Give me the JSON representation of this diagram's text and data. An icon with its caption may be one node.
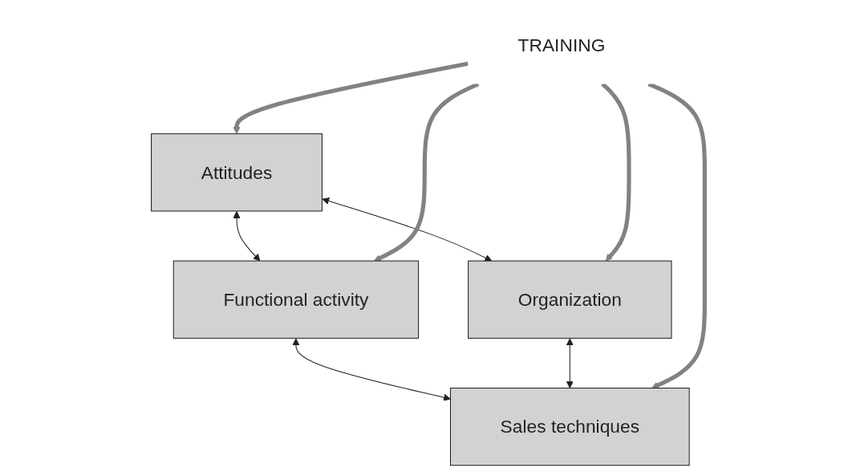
{
  "diagram": {
    "nodes": [
      {
        "text": [
          "Functional activity"
        ]
      },
      {
        "text": [
          "Attitudes"
        ]
      },
      {
        "text": [
          "TRAINING"
        ]
      },
      {
        "text": [
          "Sales techniques"
        ]
      },
      {
        "text": [
          "Organization"
        ]
      }
    ],
    "edges": [
      {
        "from": 1,
        "to": 0,
        "arrow": "both"
      },
      {
        "from": 0,
        "to": 3,
        "arrow": "both"
      },
      {
        "from": 1,
        "to": 4,
        "arrow": "both"
      },
      {
        "from": 4,
        "to": 3,
        "arrow": "both"
      },
      {
        "from": 2,
        "to": 0,
        "arrow": "to",
        "style": "thick",
        "color": "#808285"
      },
      {
        "from": 2,
        "to": 1,
        "arrow": "to",
        "style": "thick",
        "color": "#808285"
      },
      {
        "from": 2,
        "to": 3,
        "arrow": "to",
        "style": "thick",
        "color": "#808285"
      },
      {
        "from": 2,
        "to": 4,
        "arrow": "to",
        "style": "thick",
        "color": "#808285"
      }
    ]
  }
}
